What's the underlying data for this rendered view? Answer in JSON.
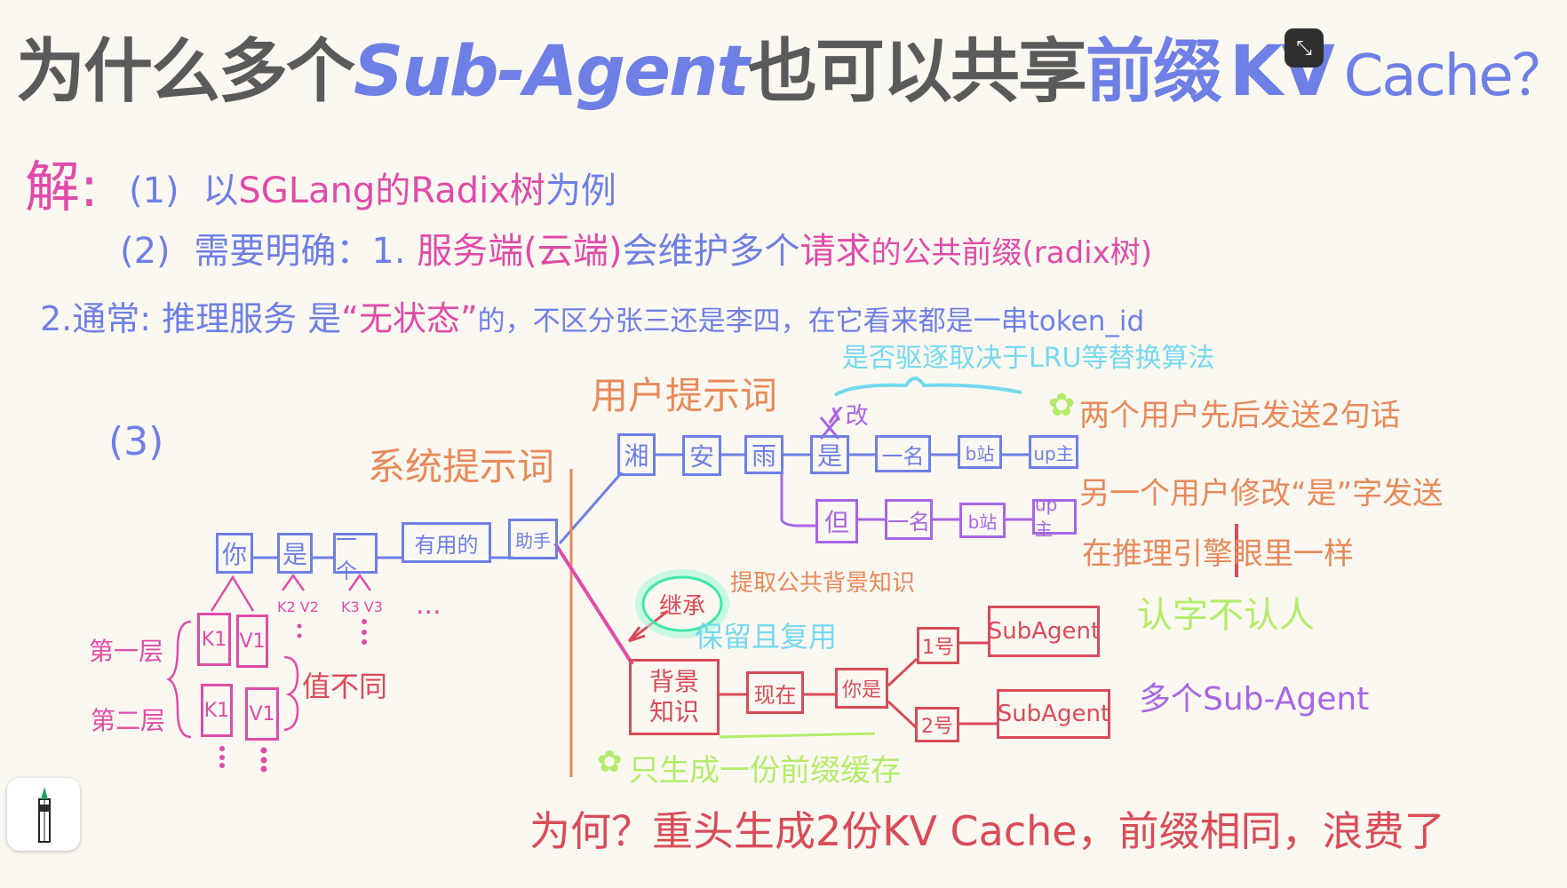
{
  "colors": {
    "paper": "#fbf8f1",
    "gray": "#5a5a5a",
    "blue": "#6e7fe6",
    "pink": "#e04ba8",
    "red": "#d94b57",
    "orange": "#e8895a",
    "cyan": "#74d9ee",
    "green": "#b3ec6b",
    "purple": "#a965e4"
  },
  "title": {
    "part1": "为什么多个",
    "part2": "Sub-Agent",
    "part3": "也可以共享",
    "part4": "前缀",
    "part5": "KV",
    "part6": "Cache？"
  },
  "answer": {
    "label": "解:",
    "line1": {
      "num": "(1)",
      "a": "以",
      "b": "SGLang的",
      "c": "Radix树",
      "d": "为例"
    },
    "line2": {
      "num": "(2)",
      "a": "需要明确：1.",
      "b": "服务端(云端)",
      "c": "会维护多个",
      "d": "请求",
      "e": "的公共前缀(radix树)"
    },
    "line3": {
      "num": "2.通常:",
      "a": "推理服务",
      "b": "是",
      "c": "“无状态”",
      "d": "的，不区分张三还是李四，在它看来都是一串token_id"
    }
  },
  "section3": {
    "num": "(3)"
  },
  "labels": {
    "lru": "是否驱逐取决于LRU等替换算法",
    "user_prompt": "用户提示词",
    "system_prompt": "系统提示词",
    "change_mark": "✗改",
    "two_users": "两个用户先后发送2句话",
    "another_user": "另一个用户修改“是”字发送",
    "same_in_engine": "在推理引擎眼里一样",
    "recognize": "认字不认人",
    "inherit": "继承",
    "common_bg": "提取公共背景知识",
    "keep_reuse": "保留且复用",
    "multi_sub": "多个Sub-Agent",
    "only_one": "只生成一份前缀缓存",
    "why": "为何？重头生成2份KV Cache，前缀相同，浪费了",
    "value_diff": "值不同",
    "layer1": "第一层",
    "layer2": "第二层",
    "dots": "...",
    "star1": "✿",
    "star2": "✿"
  },
  "nodes": {
    "sys": [
      "你",
      "是",
      "一个",
      "有用的",
      "助手"
    ],
    "user1": [
      "湘",
      "安",
      "雨",
      "是",
      "一名",
      "b站",
      "up主"
    ],
    "user2": [
      "但",
      "一名",
      "b站",
      "up主"
    ],
    "bg": "背景知识",
    "now": "现在",
    "youare": "你是",
    "agent1_no": "1号",
    "agent2_no": "2号",
    "agent1": "SubAgent",
    "agent2": "SubAgent",
    "kv1_k": "K1",
    "kv1_v": "V1",
    "kv2_k": "K1",
    "kv2_v": "V1",
    "k2v2": "K2 V2",
    "k3v3": "K3 V3"
  },
  "ui": {
    "collapse_icon": "⤡"
  }
}
